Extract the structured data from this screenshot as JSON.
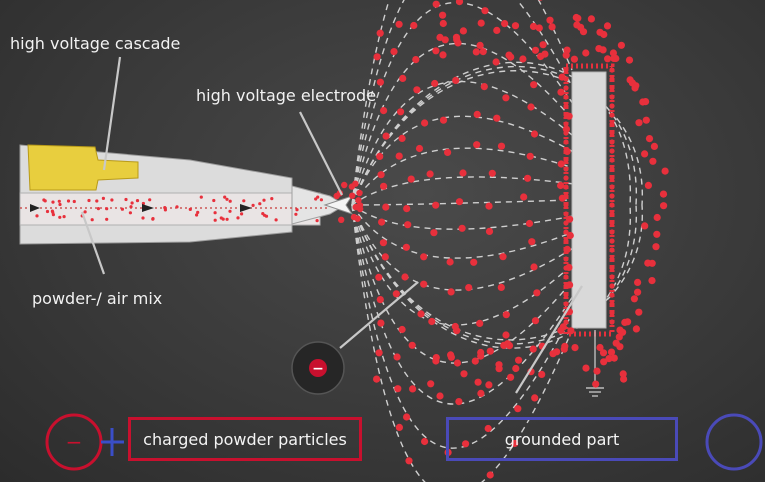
{
  "labels": {
    "cascade": "high voltage cascade",
    "electrode": "high voltage electrode",
    "mix": "powder-/ air mix",
    "minus": "−"
  },
  "legend": {
    "charged": "charged powder particles",
    "grounded": "grounded part",
    "minus": "−"
  },
  "colors": {
    "particle": "#e8303c",
    "charged": "#c8102e",
    "grounded": "#4a4ab8",
    "field_line": "#cfcfcf",
    "cascade": "#e6c93a",
    "gun": "#d8d8d8",
    "part": "#d9d9d9"
  },
  "icons": [
    "negative-charge-icon",
    "ground-symbol-icon",
    "arrow-right-icon"
  ]
}
